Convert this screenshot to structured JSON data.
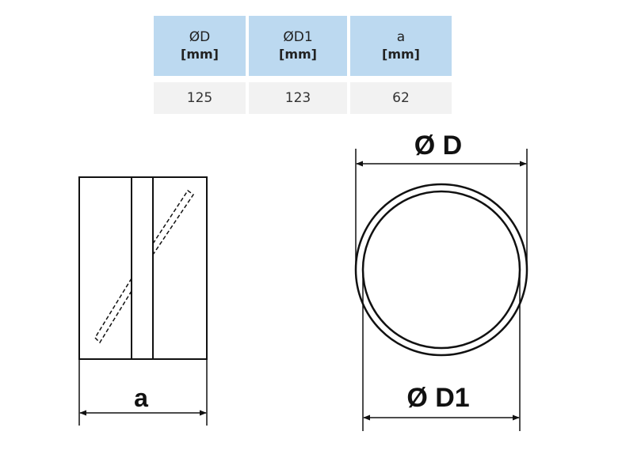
{
  "table": {
    "headers": [
      {
        "symbol": "ØD",
        "unit": "[mm]"
      },
      {
        "symbol": "ØD1",
        "unit": "[mm]"
      },
      {
        "symbol": "a",
        "unit": "[mm]"
      }
    ],
    "values": [
      "125",
      "123",
      "62"
    ]
  },
  "drawing": {
    "label_d": "Ø D",
    "label_d1": "Ø D1",
    "label_a": "a"
  },
  "colors": {
    "header_bg": "#bcd9f0",
    "value_bg": "#f2f2f2",
    "line": "#111111"
  }
}
